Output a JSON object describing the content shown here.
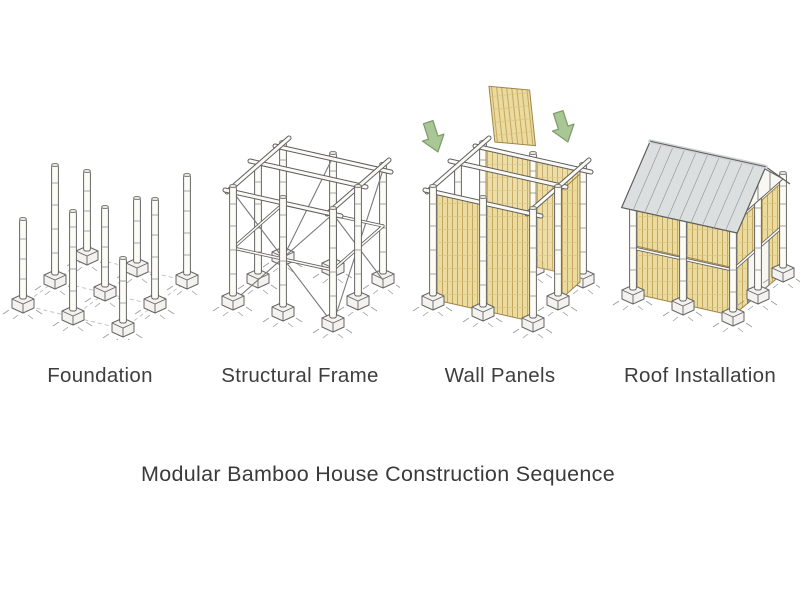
{
  "diagram": {
    "title": "Modular Bamboo House Construction Sequence",
    "stages": [
      {
        "label": "Foundation"
      },
      {
        "label": "Structural Frame"
      },
      {
        "label": "Wall Panels"
      },
      {
        "label": "Roof Installation"
      }
    ],
    "icons": {
      "panel_insert_arrows": "down-arrow-icon"
    },
    "colors": {
      "background": "#ffffff",
      "bamboo_panel": "#ecdb9f",
      "arrow_green": "#a9c795",
      "roof_gray": "#dcdfdf",
      "sketch_line": "#5f5f5f",
      "label_text": "#3e3e3e"
    }
  }
}
